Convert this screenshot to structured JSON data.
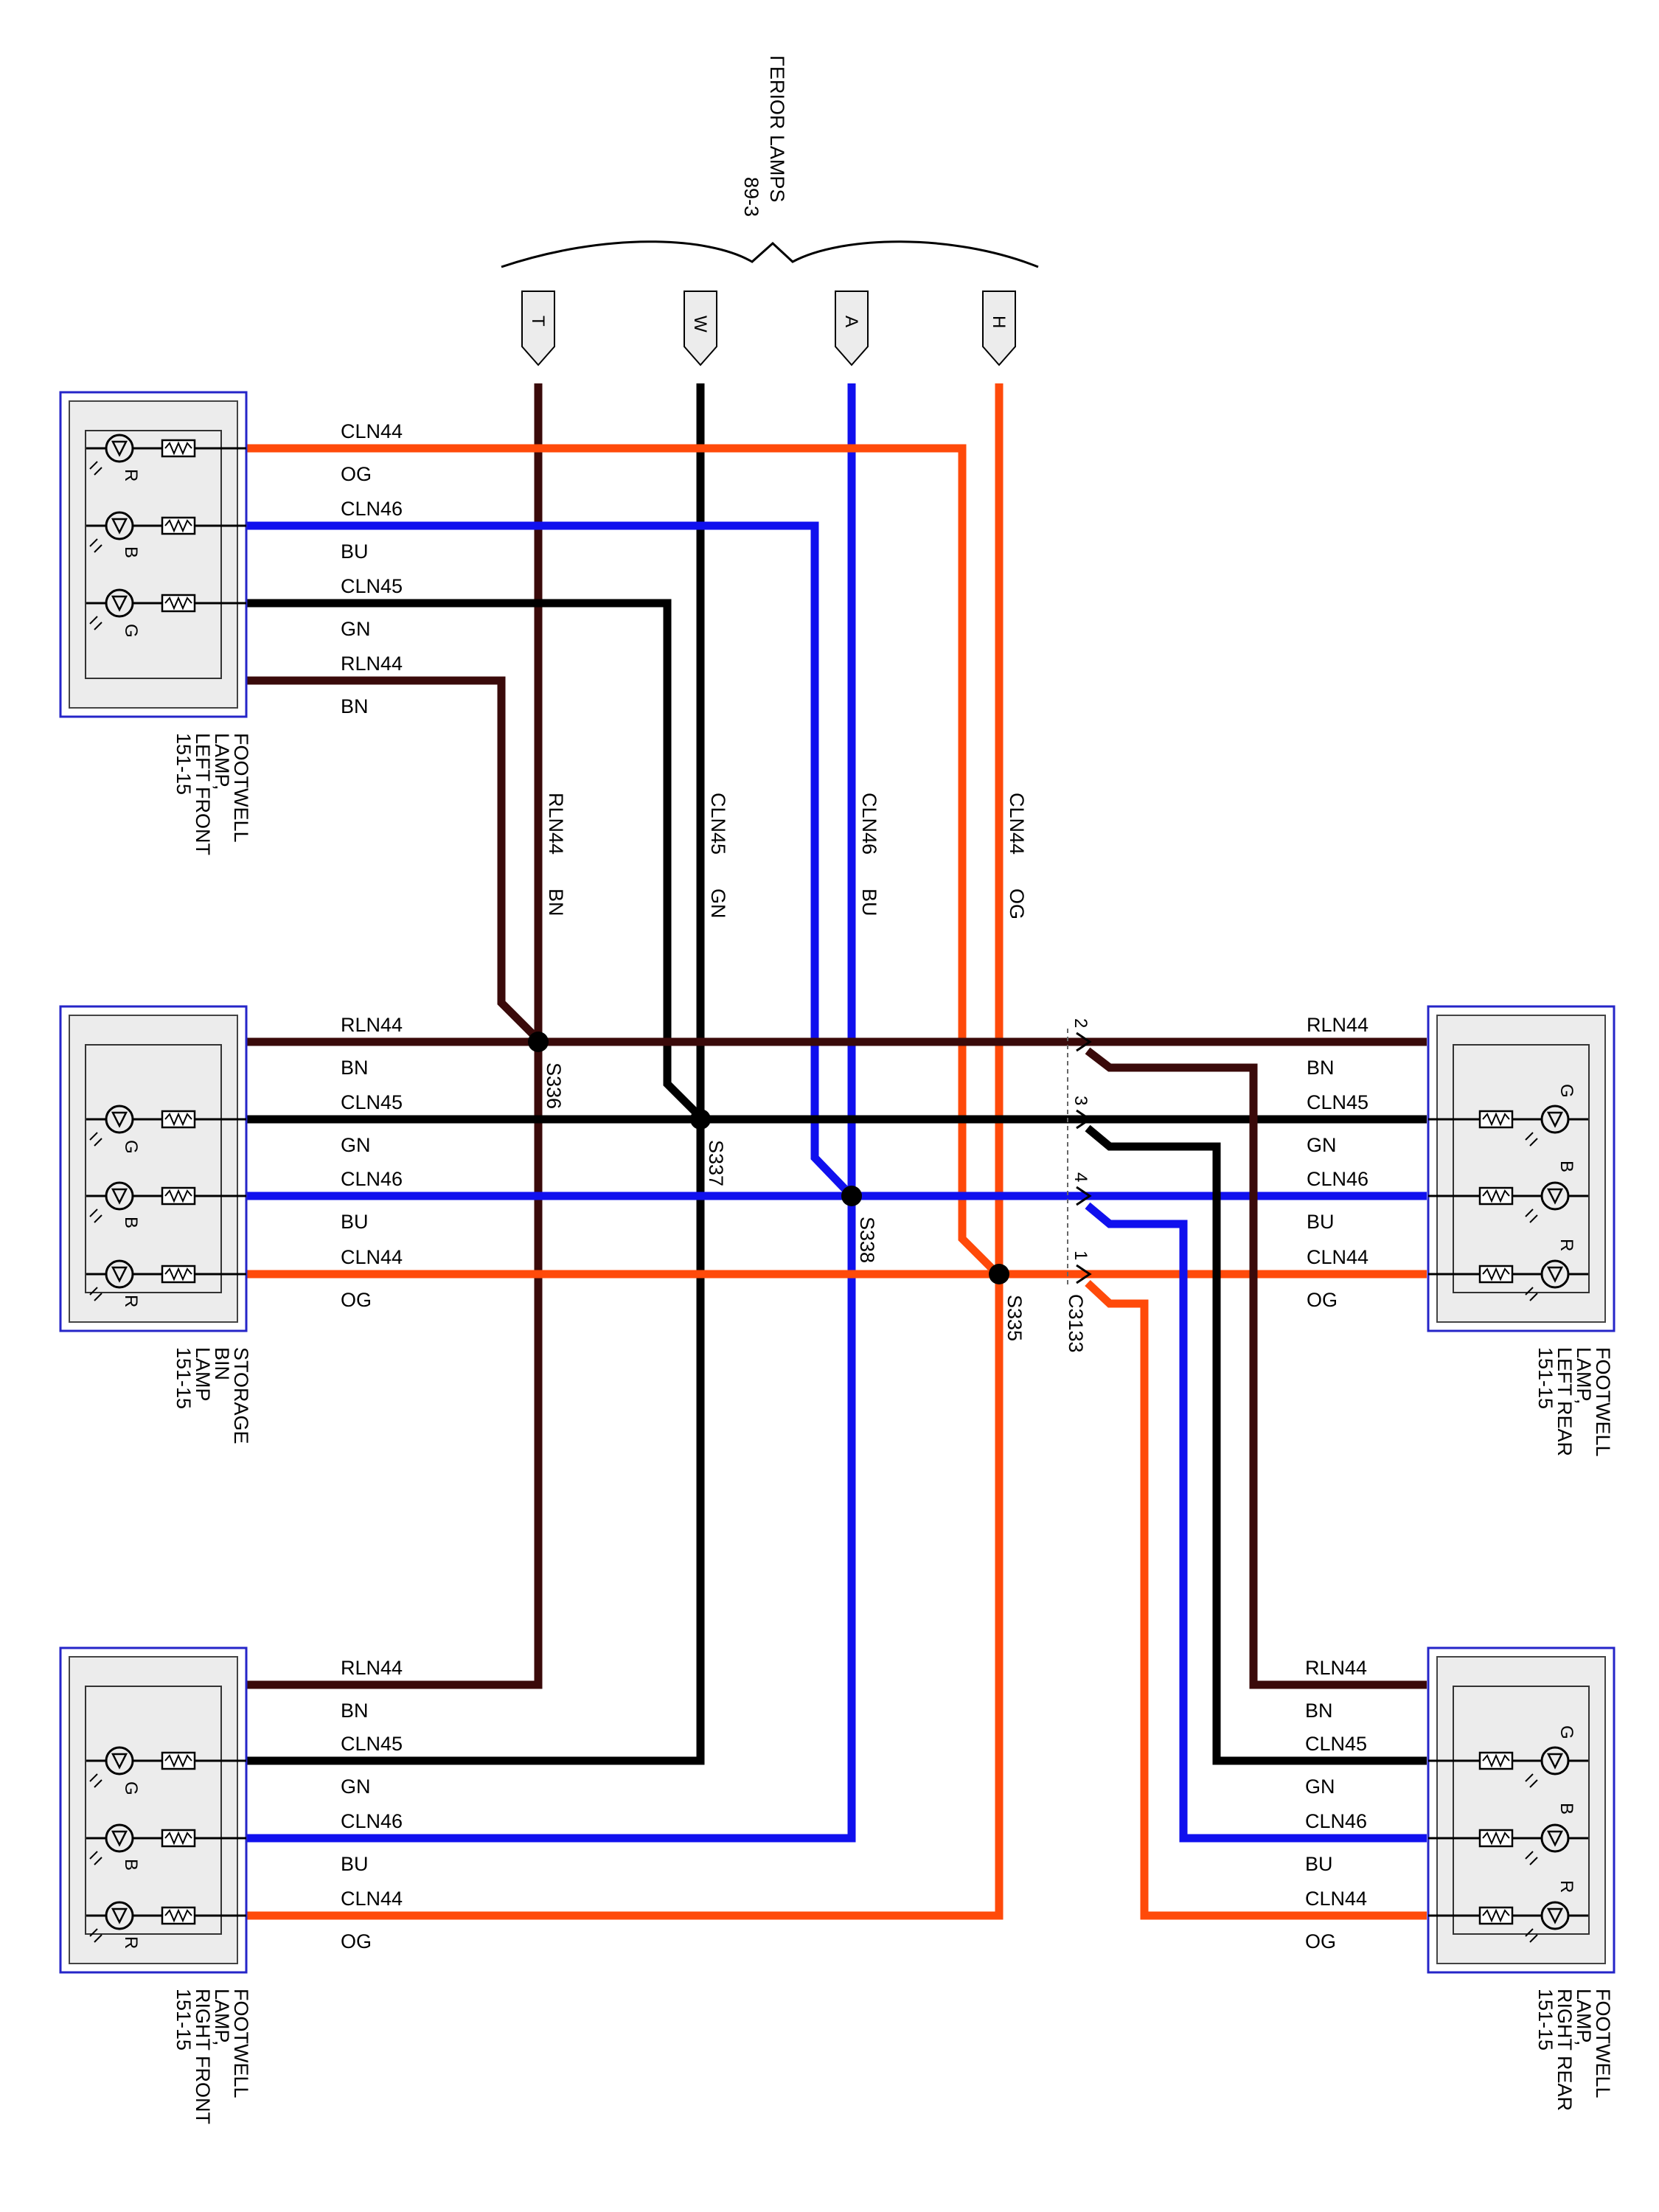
{
  "header": {
    "title": "ΓERIOR LAMPS",
    "ref": "89-3",
    "pins": [
      "T",
      "W",
      "A",
      "H"
    ]
  },
  "components": {
    "left_front": {
      "lines": [
        "FOOTWELL",
        "LAMP,",
        "LEFT FRONT",
        "151-15"
      ],
      "leds": [
        "R",
        "B",
        "G"
      ]
    },
    "storage_bin": {
      "lines": [
        "STORAGE",
        "BIN",
        "LAMP",
        "151-15"
      ],
      "leds": [
        "G",
        "B",
        "R"
      ]
    },
    "right_front": {
      "lines": [
        "FOOTWELL",
        "LAMP,",
        "RIGHT FRONT",
        "151-15"
      ],
      "leds": [
        "G",
        "B",
        "R"
      ]
    },
    "left_rear": {
      "lines": [
        "FOOTWELL",
        "LAMP,",
        "LEFT REAR",
        "151-15"
      ],
      "leds": [
        "G",
        "B",
        "R"
      ]
    },
    "right_rear": {
      "lines": [
        "FOOTWELL",
        "LAMP,",
        "RIGHT REAR",
        "151-15"
      ],
      "leds": [
        "G",
        "B",
        "R"
      ]
    }
  },
  "circuits": {
    "lf": [
      {
        "circuit": "CLN44",
        "color": "OG"
      },
      {
        "circuit": "CLN46",
        "color": "BU"
      },
      {
        "circuit": "CLN45",
        "color": "GN"
      },
      {
        "circuit": "RLN44",
        "color": "BN"
      }
    ],
    "sb": [
      {
        "circuit": "RLN44",
        "color": "BN"
      },
      {
        "circuit": "CLN45",
        "color": "GN"
      },
      {
        "circuit": "CLN46",
        "color": "BU"
      },
      {
        "circuit": "CLN44",
        "color": "OG"
      }
    ],
    "rf": [
      {
        "circuit": "RLN44",
        "color": "BN"
      },
      {
        "circuit": "CLN45",
        "color": "GN"
      },
      {
        "circuit": "CLN46",
        "color": "BU"
      },
      {
        "circuit": "CLN44",
        "color": "OG"
      }
    ],
    "lr": [
      {
        "circuit": "RLN44",
        "color": "BN"
      },
      {
        "circuit": "CLN45",
        "color": "GN"
      },
      {
        "circuit": "CLN46",
        "color": "BU"
      },
      {
        "circuit": "CLN44",
        "color": "OG"
      }
    ],
    "rr": [
      {
        "circuit": "RLN44",
        "color": "BN"
      },
      {
        "circuit": "CLN45",
        "color": "GN"
      },
      {
        "circuit": "CLN46",
        "color": "BU"
      },
      {
        "circuit": "CLN44",
        "color": "OG"
      }
    ]
  },
  "vertical_labels": [
    {
      "circuit": "RLN44",
      "color": "BN"
    },
    {
      "circuit": "CLN45",
      "color": "GN"
    },
    {
      "circuit": "CLN46",
      "color": "BU"
    },
    {
      "circuit": "CLN44",
      "color": "OG"
    }
  ],
  "splices": [
    "S336",
    "S337",
    "S338",
    "S335"
  ],
  "connector": {
    "name": "C3133",
    "pins": [
      "2",
      "3",
      "4",
      "1"
    ]
  },
  "wire_colors": {
    "BN": "#3a0a0a",
    "GN": "#000000",
    "BU": "#1010ee",
    "OG": "#ff4a0a"
  },
  "box_colors": {
    "outer": "#2525c8",
    "inner": "#ececec"
  }
}
